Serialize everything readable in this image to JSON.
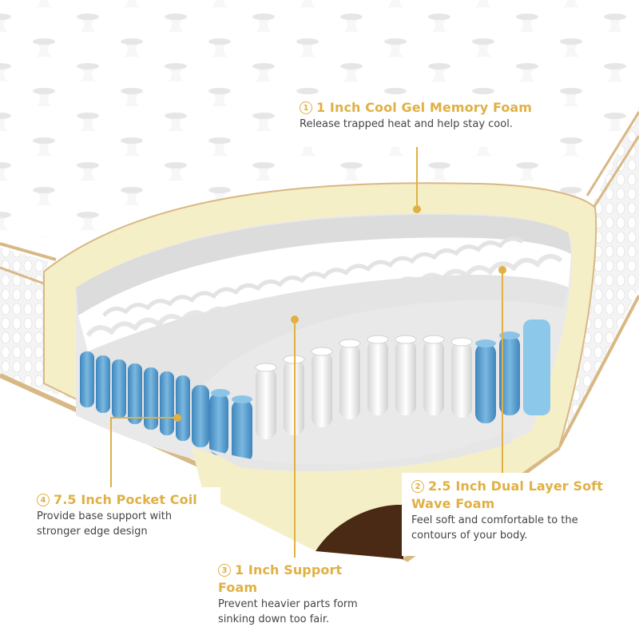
{
  "infographic": {
    "subject": "Hybrid mattress cross-section",
    "colors": {
      "accent_gold": "#e0b044",
      "text_gray": "#444444",
      "foam_cream": "#f5efc8",
      "coil_blue": "#5aa3d4",
      "coil_white": "#f2f2f2",
      "base_brown": "#4a2a14",
      "edge_tan": "#d8b884"
    },
    "layers": [
      {
        "number": "1",
        "title": "1 Inch Cool Gel Memory Foam",
        "description_lines": [
          "Release trapped heat and help stay cool."
        ]
      },
      {
        "number": "2",
        "title_lines": [
          "2.5 Inch Dual Layer Soft",
          "Wave Foam"
        ],
        "description_lines": [
          "Feel soft and comfortable to the",
          "contours of your body."
        ]
      },
      {
        "number": "3",
        "title": "1 Inch Support Foam",
        "description_lines": [
          "Prevent heavier parts form",
          "sinking down too fair."
        ]
      },
      {
        "number": "4",
        "title": "7.5 Inch Pocket Coil",
        "description_lines": [
          "Provide base support with",
          "stronger edge design"
        ]
      }
    ]
  }
}
